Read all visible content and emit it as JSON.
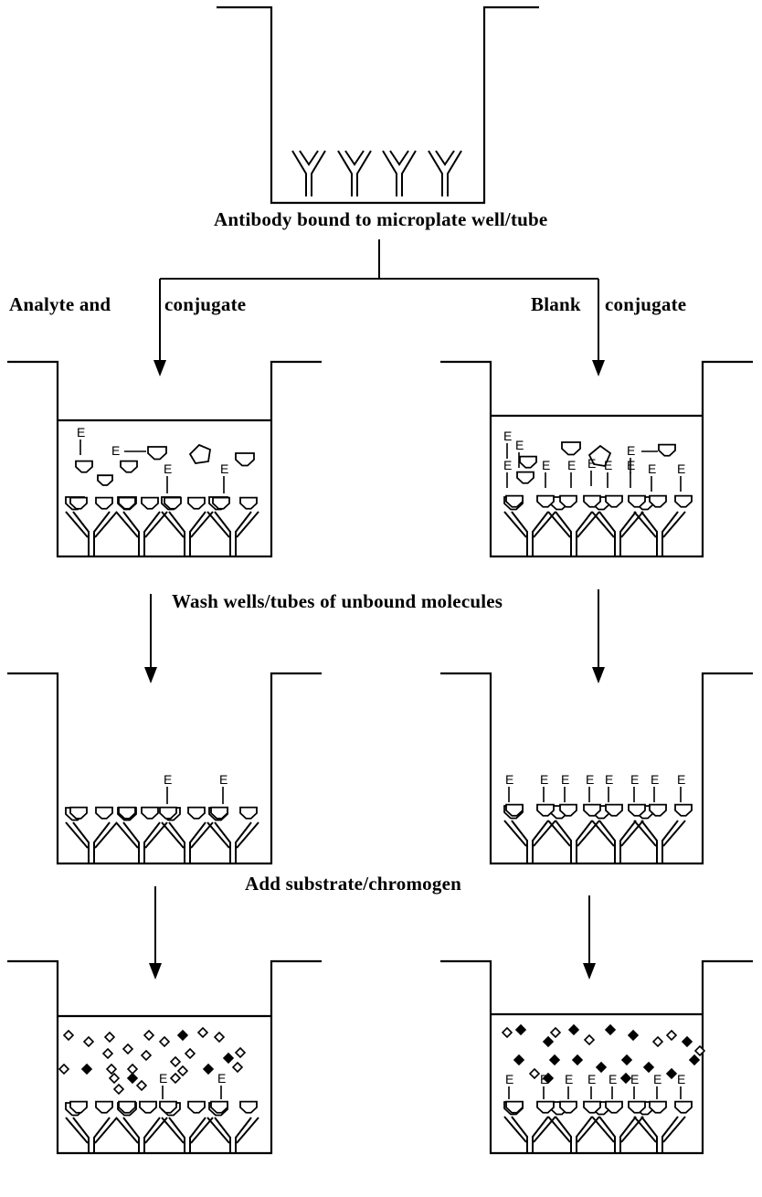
{
  "labels": {
    "antibody_bound": "Antibody bound to microplate well/tube",
    "analyte_and": "Analyte and",
    "conjugate_left": "conjugate",
    "blank": "Blank",
    "conjugate_right": "conjugate",
    "wash": "Wash wells/tubes of unbound molecules",
    "add_substrate": "Add substrate/chromogen"
  },
  "enzyme_letter": "E"
}
